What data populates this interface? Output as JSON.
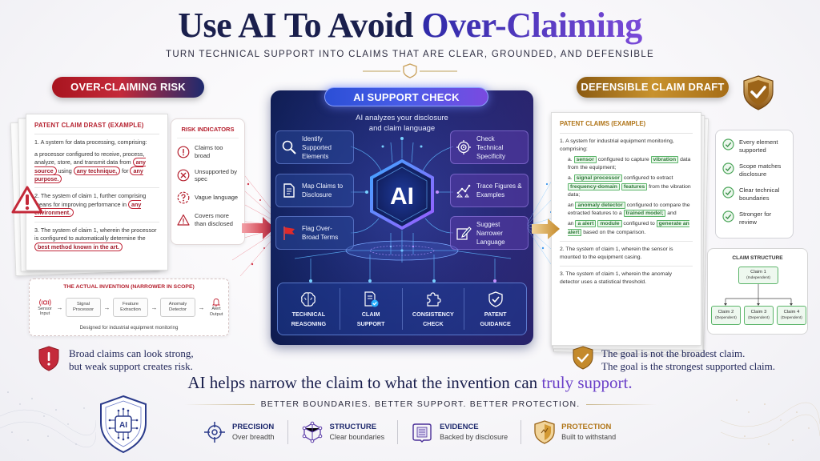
{
  "header": {
    "title_main": "Use AI To Avoid ",
    "title_accent": "Over-Claiming",
    "subtitle": "TURN TECHNICAL SUPPORT INTO CLAIMS THAT ARE CLEAR, GROUNDED, AND DEFENSIBLE",
    "divider_icon": "shield-icon"
  },
  "left": {
    "pill_label": "OVER-CLAIMING RISK",
    "draft": {
      "title": "PATENT CLAIM DRAST (EXAMPLE)",
      "claim1_intro": "1.  A system for data processing, comprising:",
      "claim1_body_a": "a processor configured to receive, process, analyze, store, and transmit data from ",
      "claim1_flag1": "any source",
      "claim1_body_b": " using ",
      "claim1_flag2": "any technique,",
      "claim1_body_c": " for ",
      "claim1_flag3": "any purpose.",
      "claim2_body": "2.  The system of claim 1, further comprising means for improving performance in ",
      "claim2_flag": "any environment.",
      "claim3_body": "3.  The system of claim 1, wherein the processor is configured to automatically determine the ",
      "claim3_flag": "best method known in the art."
    },
    "risk_indicators": {
      "title": "RISK INDICATORS",
      "items": [
        {
          "icon": "exclamation-circle-icon",
          "label": "Claims too broad"
        },
        {
          "icon": "x-circle-icon",
          "label": "Unsupported by spec"
        },
        {
          "icon": "question-circle-icon",
          "label": "Vague language"
        },
        {
          "icon": "warning-triangle-icon",
          "label": "Covers more than disclosed"
        }
      ]
    },
    "invention": {
      "title": "THE ACTUAL INVENTION (NARROWER IN SCOPE)",
      "start": "Sensor Input",
      "nodes": [
        "Signal Processor",
        "Feature Extraction",
        "Anomaly Detector"
      ],
      "end": "Alert Output",
      "caption": "Designed for industrial equipment monitoring"
    },
    "note_line1": "Broad claims can look strong,",
    "note_line2": "but weak support creates risk."
  },
  "center": {
    "pill_label": "AI SUPPORT CHECK",
    "lead_line1": "AI analyzes your disclosure",
    "lead_line2": "and claim language",
    "hex_label": "AI",
    "left_features": [
      {
        "icon": "magnifier-icon",
        "label": "Identify Supported Elements"
      },
      {
        "icon": "document-icon",
        "label": "Map Claims to Disclosure"
      },
      {
        "icon": "red-flag-icon",
        "label": "Flag Over-Broad Terms"
      }
    ],
    "right_features": [
      {
        "icon": "target-icon",
        "label": "Check Technical Specificity"
      },
      {
        "icon": "trace-graph-icon",
        "label": "Trace Figures & Examples"
      },
      {
        "icon": "edit-pencil-icon",
        "label": "Suggest Narrower Language"
      }
    ],
    "tray": [
      {
        "icon": "brain-icon",
        "line1": "TECHNICAL",
        "line2": "REASONING"
      },
      {
        "icon": "doc-check-icon",
        "line1": "CLAIM",
        "line2": "SUPPORT"
      },
      {
        "icon": "puzzle-icon",
        "line1": "CONSISTENCY",
        "line2": "CHECK"
      },
      {
        "icon": "shield-check-icon",
        "line1": "PATENT",
        "line2": "GUIDANCE"
      }
    ]
  },
  "right": {
    "pill_label": "DEFENSIBLE CLAIM DRAFT",
    "claims": {
      "title": "PATENT CLAIMS (EXAMPLE)",
      "claim1_intro": "1.  A system for industrial equipment monitoring, comprising:",
      "a_prefix": "a. ",
      "a_t1": "sensor",
      "a_mid": " configured to capture ",
      "a_t2": "vibration",
      "a_end": " data from the equipment;",
      "b_prefix": "a. ",
      "b_t1": "signal processor",
      "b_mid": " configured to extract ",
      "b_t2": "frequency-domain",
      "b_sp": " ",
      "b_t3": "features",
      "b_end": " from the vibration data;",
      "c_prefix": "an ",
      "c_t1": "anomaly detector",
      "c_mid": " configured to compare the extracted features to a ",
      "c_t2": "trained model;",
      "c_end": " and",
      "d_prefix": "an ",
      "d_t1": "a alert",
      "d_sp": " ",
      "d_t2": "module",
      "d_mid": " configured to ",
      "d_t3": "generate an alert",
      "d_end": " based on the comparison.",
      "claim2": "2.  The system of claim 1, wherein the sensor is mounted to the equipment casing.",
      "claim3": "3.  The system of claim 1, wherein the anomaly detector uses a statistical threshold."
    },
    "checks": [
      "Every element supported",
      "Scope matches disclosure",
      "Clear technical boundaries",
      "Stronger for review"
    ],
    "structure": {
      "title": "CLAIM STRUCTURE",
      "root": {
        "label": "Claim 1",
        "sub": "(Independent)"
      },
      "children": [
        {
          "label": "Claim 2",
          "sub": "(Dependent)"
        },
        {
          "label": "Claim 3",
          "sub": "(Dependent)"
        },
        {
          "label": "Claim 4",
          "sub": "(Dependent)"
        }
      ]
    },
    "note_line1": "The goal is not the broadest claim.",
    "note_line2": "The goal is the strongest supported claim."
  },
  "footer": {
    "tagline_main": "AI helps narrow the claim to what the invention can ",
    "tagline_accent": "truly support.",
    "tagline2": "BETTER BOUNDARIES.  BETTER SUPPORT.  BETTER PROTECTION.",
    "badge_label": "AI",
    "pillars": [
      {
        "icon": "crosshair-icon",
        "head": "PRECISION",
        "sub": "Over breadth"
      },
      {
        "icon": "cube-network-icon",
        "head": "STRUCTURE",
        "sub": "Clear boundaries"
      },
      {
        "icon": "book-icon",
        "head": "EVIDENCE",
        "sub": "Backed by disclosure"
      },
      {
        "icon": "gold-shield-icon",
        "head": "PROTECTION",
        "sub": "Built to withstand"
      }
    ]
  },
  "colors": {
    "navy": "#1a1f4d",
    "accent_purple": "#6a3fc8",
    "risk_red": "#b5202e",
    "gold": "#b07518",
    "support_green": "#5cb56a",
    "panel_blue": "#16286b"
  }
}
